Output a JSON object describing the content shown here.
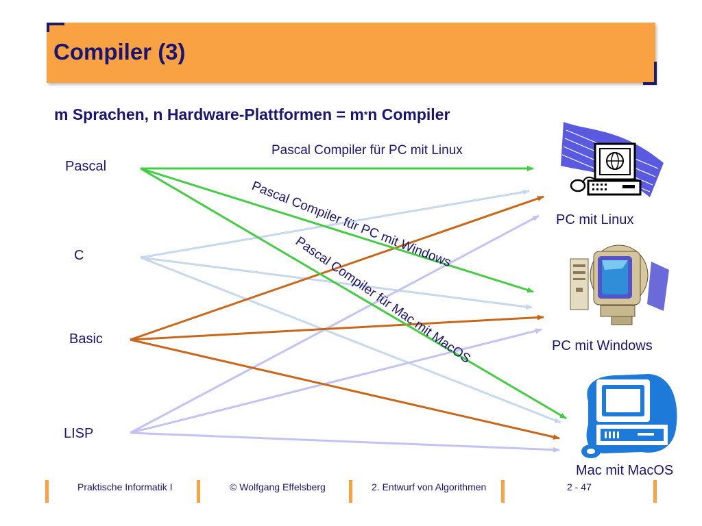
{
  "slide": {
    "title": "Compiler (3)",
    "subtitle_a": "m Sprachen, n Hardware-Plattformen = m",
    "subtitle_star": "*",
    "subtitle_b": "n Compiler"
  },
  "languages": {
    "pascal": "Pascal",
    "c": "C",
    "basic": "Basic",
    "lisp": "LISP"
  },
  "platforms": {
    "linux": "PC mit Linux",
    "windows": "PC mit Windows",
    "macos": "Mac mit MacOS"
  },
  "compiler_labels": {
    "linux": "Pascal Compiler für PC mit Linux",
    "windows": "Pascal Compiler für PC mit Windows",
    "macos": "Pascal Compiler für Mac mit MacOS"
  },
  "colors": {
    "pascal": "#44cc44",
    "c": "#c6d8ec",
    "basic": "#c8661a",
    "lisp": "#c4c2f4",
    "title_bar": "#f8a244",
    "text": "#1a1570"
  },
  "footer": {
    "course": "Praktische Informatik I",
    "author": "© Wolfgang Effelsberg",
    "chapter": "2. Entwurf von Algorithmen",
    "page": "2 - 47"
  }
}
